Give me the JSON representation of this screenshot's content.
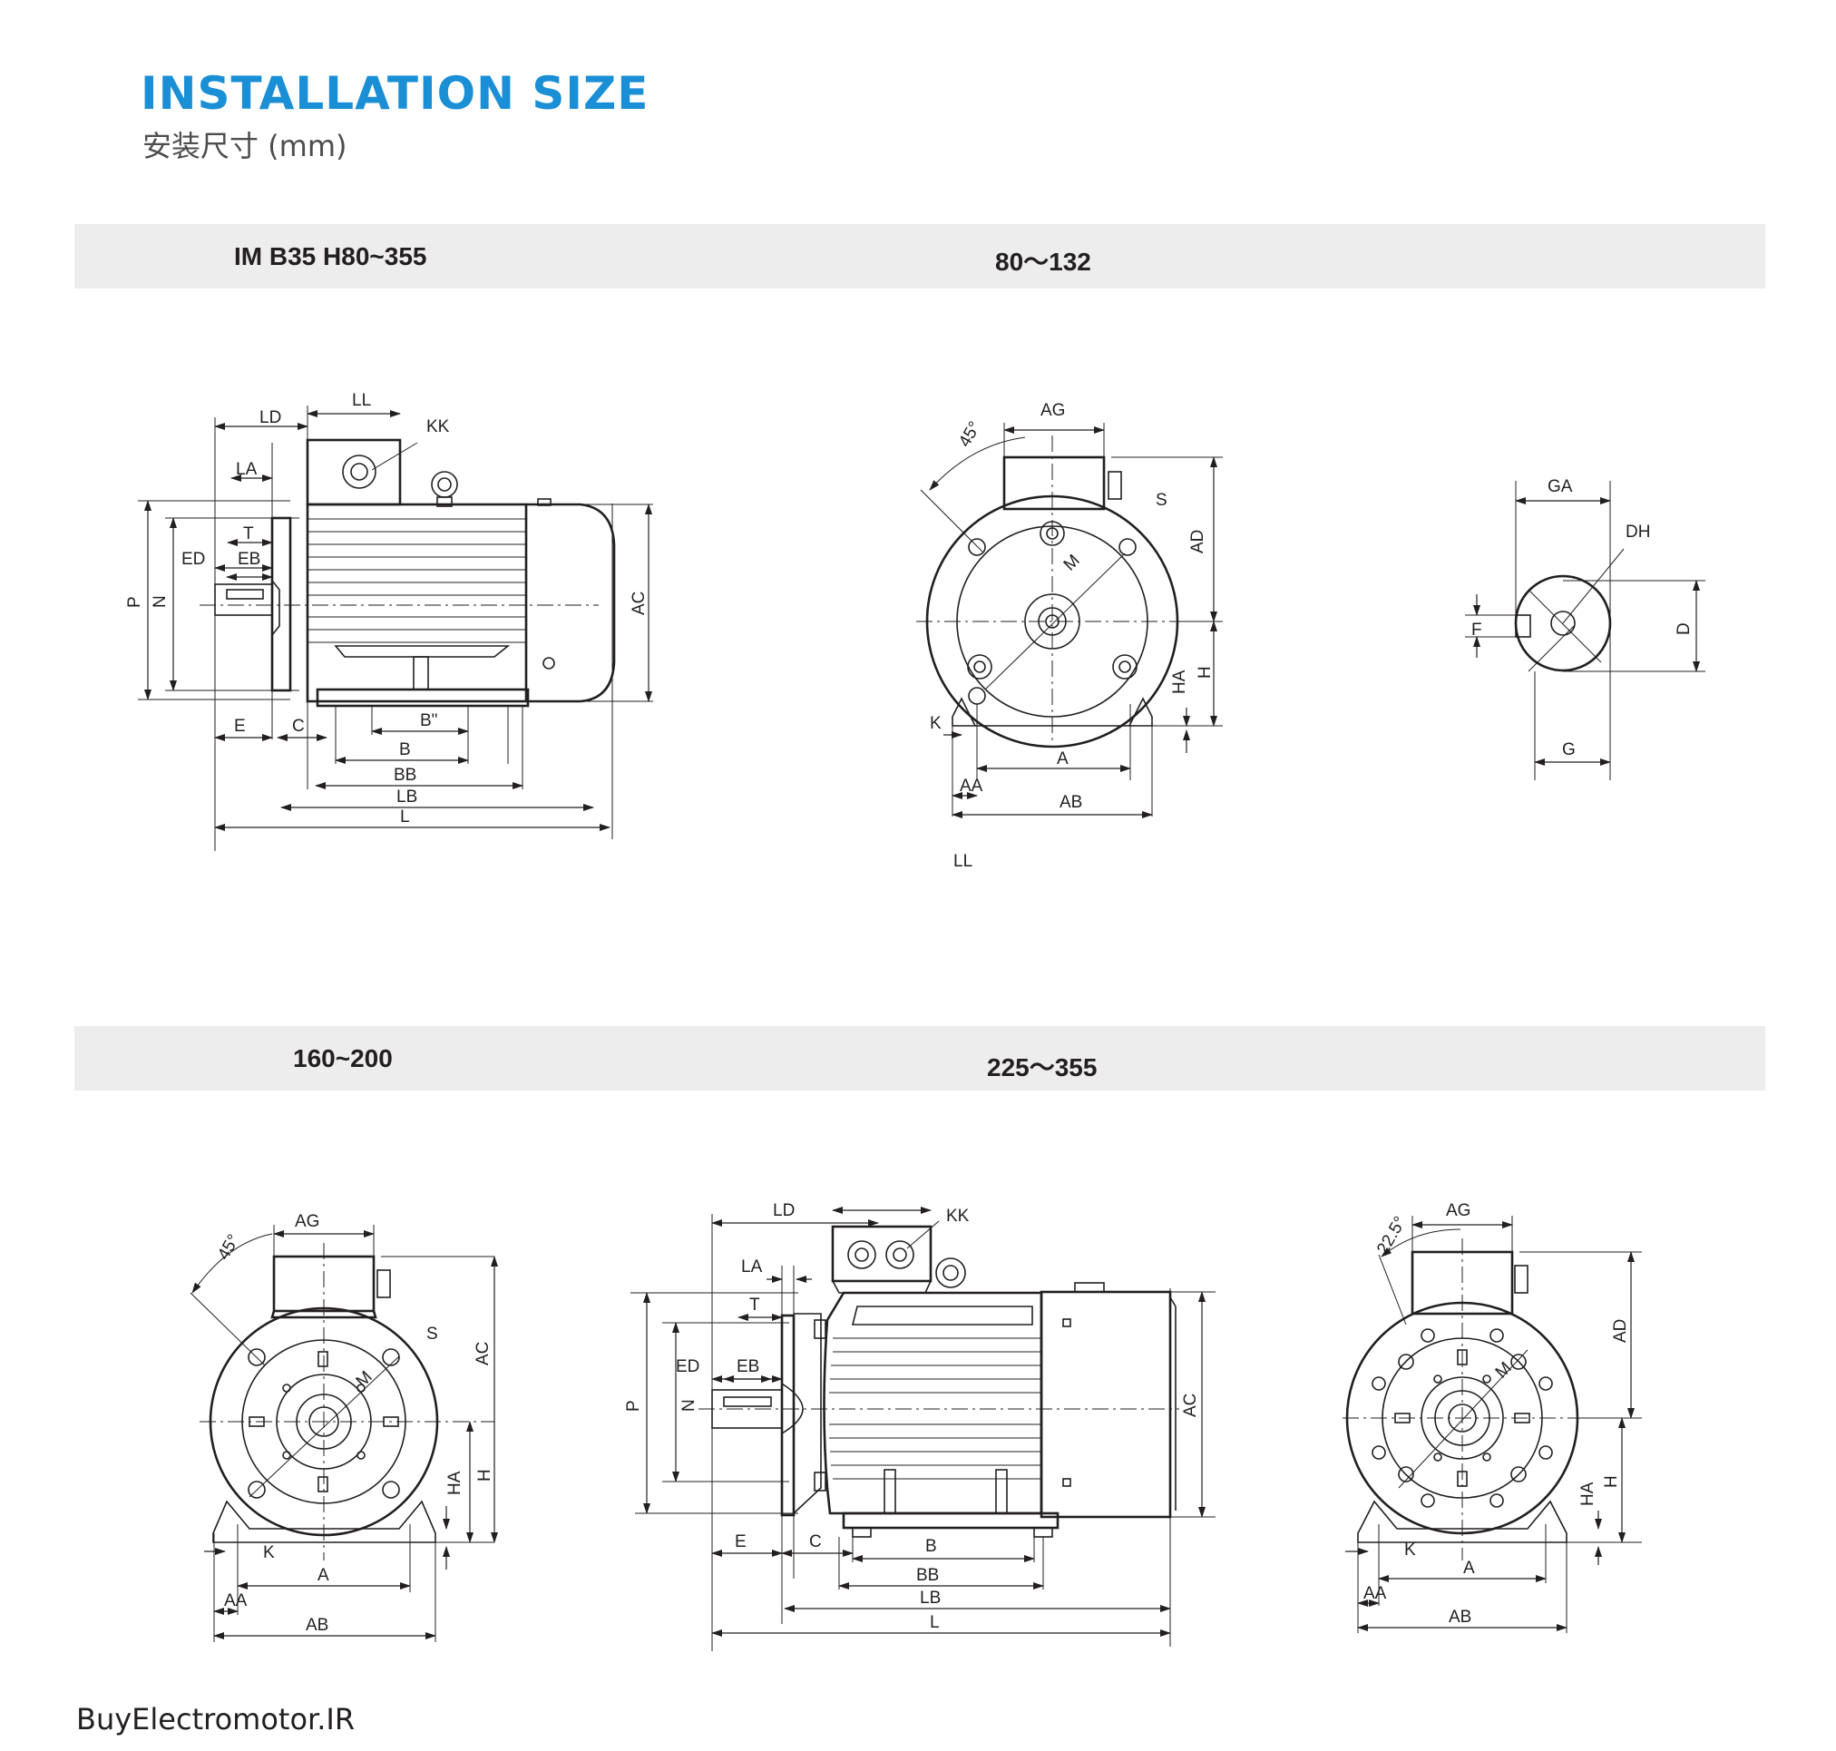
{
  "header": {
    "title": "INSTALLATION SIZE",
    "subtitle": "安装尺寸 (mm)"
  },
  "bands": {
    "top_left": "IM B35   H80~355",
    "top_center": "80～132",
    "bottom_left": "160~200",
    "bottom_center": "225～355"
  },
  "diagram_labels": {
    "LD": "LD",
    "LL": "LL",
    "KK": "KK",
    "LA": "LA",
    "T": "T",
    "ED": "ED",
    "EB": "EB",
    "P": "P",
    "N": "N",
    "AC": "AC",
    "E": "E",
    "C": "C",
    "B2": "B\"",
    "B": "B",
    "BB": "BB",
    "LB": "LB",
    "L": "L",
    "AG": "AG",
    "deg45": "45°",
    "deg22": "22.5°",
    "S": "S",
    "AD": "AD",
    "M": "M",
    "HA": "HA",
    "H": "H",
    "K": "K",
    "A": "A",
    "AA": "AA",
    "AB": "AB",
    "GA": "GA",
    "DH": "DH",
    "F": "F",
    "D": "D",
    "G": "G"
  },
  "footer": {
    "text": "BuyElectromotor.IR"
  }
}
